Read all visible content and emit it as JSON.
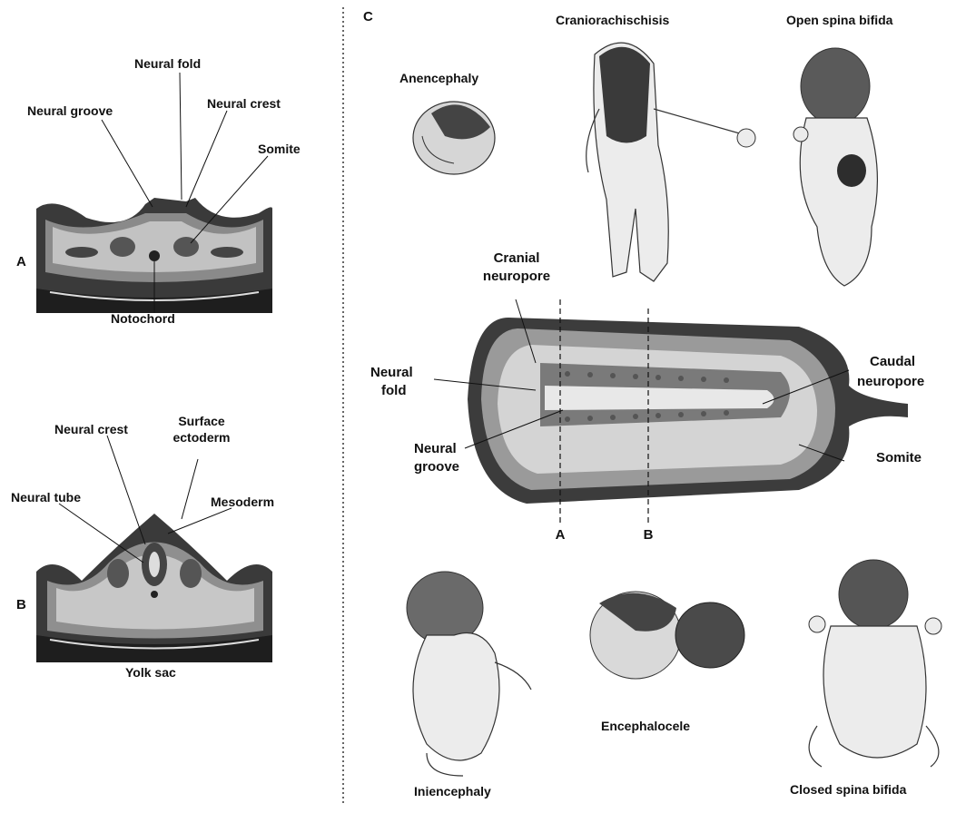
{
  "panels": {
    "a": "A",
    "b": "B",
    "c": "C"
  },
  "panel_a": {
    "neural_fold": "Neural fold",
    "neural_groove": "Neural groove",
    "neural_crest": "Neural crest",
    "somite": "Somite",
    "notochord": "Notochord"
  },
  "panel_b": {
    "neural_crest": "Neural crest",
    "surface_ectoderm_1": "Surface",
    "surface_ectoderm_2": "ectoderm",
    "neural_tube": "Neural tube",
    "mesoderm": "Mesoderm",
    "yolk_sac": "Yolk sac"
  },
  "panel_c": {
    "anencephaly": "Anencephaly",
    "craniorachischisis": "Craniorachischisis",
    "open_spina_bifida": "Open spina bifida",
    "cranial_neuropore_1": "Cranial",
    "cranial_neuropore_2": "neuropore",
    "neural_fold_1": "Neural",
    "neural_fold_2": "fold",
    "caudal_neuropore_1": "Caudal",
    "caudal_neuropore_2": "neuropore",
    "neural_groove_1": "Neural",
    "neural_groove_2": "groove",
    "somite": "Somite",
    "section_a": "A",
    "section_b": "B",
    "iniencephaly": "Iniencephaly",
    "encephalocele": "Encephalocele",
    "closed_spina_bifida": "Closed spina bifida"
  },
  "colors": {
    "ink": "#111111",
    "tissue_dark": "#2f2f2f",
    "tissue_mid": "#6f6f6f",
    "tissue_light": "#b9b9b9",
    "skin": "#e9e9e9"
  }
}
